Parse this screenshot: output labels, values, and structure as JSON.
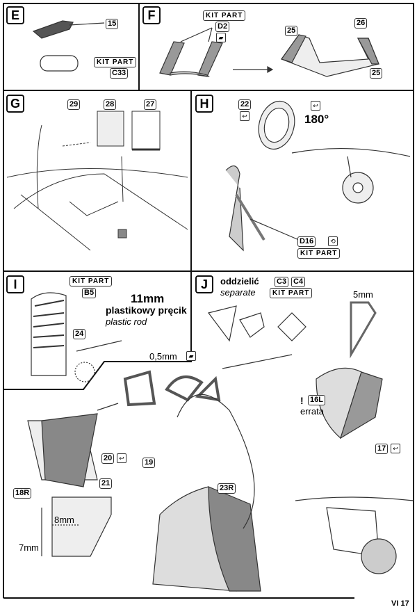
{
  "steps": [
    "E",
    "F",
    "G",
    "H",
    "I",
    "J"
  ],
  "panel_e": {
    "part_15": "15",
    "kit_part": "KIT PART",
    "part_c33": "C33"
  },
  "panel_f": {
    "kit_part": "KIT PART",
    "part_d2": "D2",
    "part_25a": "25",
    "part_26": "26",
    "part_25b": "25"
  },
  "panel_g": {
    "part_29": "29",
    "part_28": "28",
    "part_27": "27"
  },
  "panel_h": {
    "part_22": "22",
    "rotation": "180°",
    "part_d16": "D16",
    "kit_part": "KIT PART"
  },
  "panel_i": {
    "kit_part": "KIT PART",
    "part_b5": "B5",
    "rod_size": "11mm",
    "rod_pl": "plastikowy pręcik",
    "rod_en": "plastic rod",
    "part_24": "24"
  },
  "panel_j": {
    "separate_pl": "oddzielić",
    "separate_en": "separate",
    "part_c3": "C3",
    "part_c4": "C4",
    "kit_part": "KIT PART",
    "dim_5mm": "5mm",
    "dim_05mm": "0,5mm",
    "errata_mark": "!",
    "part_16l": "16L",
    "errata": "errata",
    "part_17": "17",
    "part_18r": "18R",
    "part_19": "19",
    "part_20": "20",
    "part_21": "21",
    "part_23r": "23R",
    "dim_8mm": "8mm",
    "dim_7mm": "7mm"
  },
  "footer": {
    "page": "VI 17"
  },
  "icons": [
    "fold-icon",
    "bend-icon",
    "rotate-arrow-icon",
    "kit-part-icon"
  ]
}
